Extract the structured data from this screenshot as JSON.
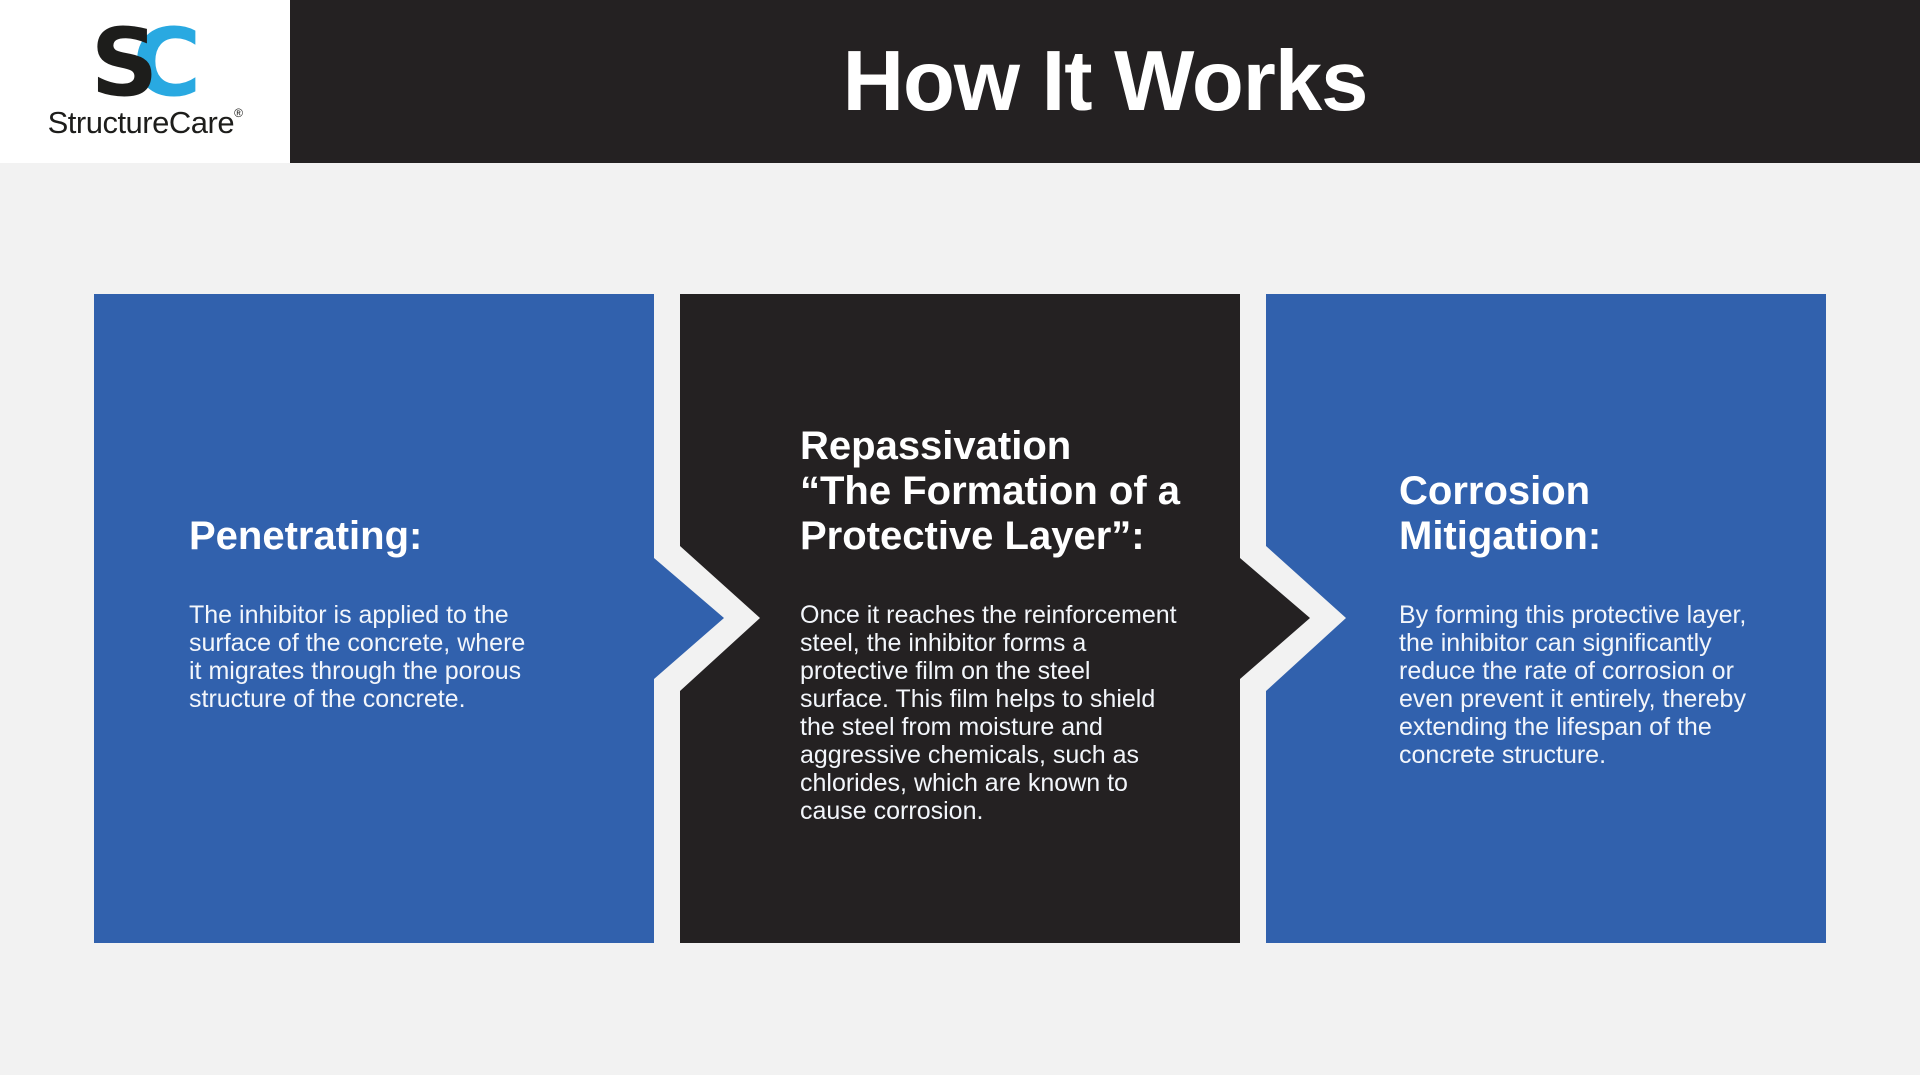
{
  "colors": {
    "accent_blue": "#3161AD",
    "dark": "#242122",
    "page_bg": "#F2F2F2",
    "logo_blue": "#29A9E1",
    "logo_black": "#1D1D1B",
    "panel_text": "#F3F6FB",
    "title_white": "#FFFFFF"
  },
  "header": {
    "title": "How It Works",
    "logo": {
      "mark_s": "S",
      "mark_c": "C",
      "wordmark": "StructureCare",
      "registered_mark": "®"
    }
  },
  "steps": [
    {
      "title_lines": [
        "Penetrating:"
      ],
      "body": "The inhibitor is applied to the surface of the concrete, where it migrates through the porous structure of the concrete."
    },
    {
      "title_lines": [
        "Repassivation",
        "“The Formation of a",
        "Protective Layer”:"
      ],
      "body": "Once it reaches the reinforcement steel, the inhibitor forms a protective film on the steel surface. This film helps to shield the steel from moisture and aggressive chemicals, such as chlorides, which are known to cause corrosion."
    },
    {
      "title_lines": [
        "Corrosion",
        "Mitigation:"
      ],
      "body": "By forming this protective layer, the inhibitor can significantly reduce the rate of corrosion or even prevent it entirely, thereby extending the lifespan of the concrete structure."
    }
  ]
}
